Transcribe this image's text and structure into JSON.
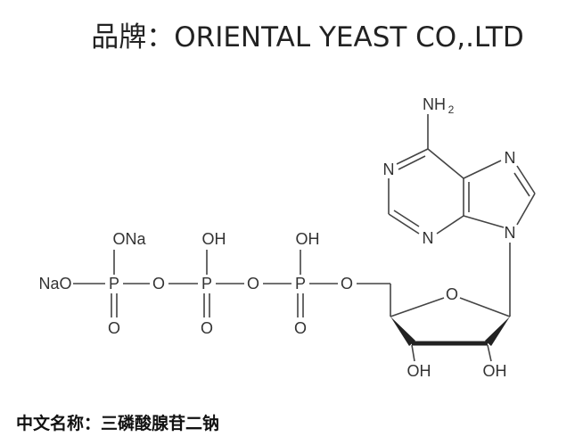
{
  "header": {
    "title": "品牌：ORIENTAL YEAST CO,.LTD"
  },
  "footer": {
    "chinese_name": "中文名称：三磷酸腺苷二钠"
  },
  "structure": {
    "atoms": {
      "nao": "NaO",
      "ona": "ONa",
      "oh1": "OH",
      "oh2": "OH",
      "p1": "P",
      "p2": "P",
      "p3": "P",
      "o_b1": "O",
      "o_b2": "O",
      "o_b3": "O",
      "o_d1": "O",
      "o_d2": "O",
      "o_d3": "O",
      "o_ring": "O",
      "oh3": "OH",
      "oh2p": "OH",
      "n1": "N",
      "n3": "N",
      "n7": "N",
      "n9": "N",
      "nh2": "NH",
      "nh2_sub": "2"
    }
  }
}
